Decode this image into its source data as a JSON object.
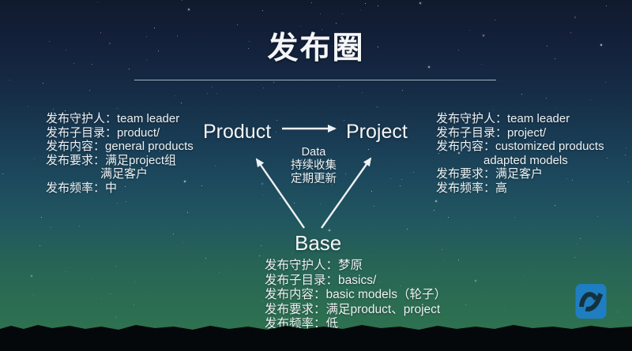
{
  "slide": {
    "title": "发布圈"
  },
  "nodes": {
    "product": "Product",
    "project": "Project",
    "base": "Base"
  },
  "center_note": {
    "lines": [
      "Data",
      "持续收集",
      "定期更新"
    ]
  },
  "blocks": {
    "product": {
      "lines": [
        {
          "label": "发布守护人：",
          "value": "team leader"
        },
        {
          "label": "发布子目录：",
          "value": "product/"
        },
        {
          "label": "发布内容：",
          "value": "general products"
        },
        {
          "label": "发布要求：",
          "value": "满足project组"
        },
        {
          "label": "",
          "value": "满足客户"
        },
        {
          "label": "发布频率：",
          "value": "中"
        }
      ]
    },
    "project": {
      "lines": [
        {
          "label": "发布守护人：",
          "value": "team leader"
        },
        {
          "label": "发布子目录：",
          "value": "project/"
        },
        {
          "label": "发布内容：",
          "value": "customized products"
        },
        {
          "label": "",
          "value": "adapted models"
        },
        {
          "label": "发布要求：",
          "value": "满足客户"
        },
        {
          "label": "发布频率：",
          "value": "高"
        }
      ]
    },
    "base": {
      "lines": [
        {
          "label": "发布守护人：",
          "value": "梦原"
        },
        {
          "label": "发布子目录：",
          "value": "basics/"
        },
        {
          "label": "发布内容：",
          "value": "basic models（轮子）"
        },
        {
          "label": "发布要求：",
          "value": "满足product、project"
        },
        {
          "label": "发布频率：",
          "value": "低"
        }
      ]
    }
  },
  "logo": {
    "icon": "wave-logo",
    "blue": "#1f7ec2",
    "glyph_dark": "#14323c"
  },
  "colors": {
    "text": "#eef1f3",
    "arrow": "#eef2f4"
  }
}
